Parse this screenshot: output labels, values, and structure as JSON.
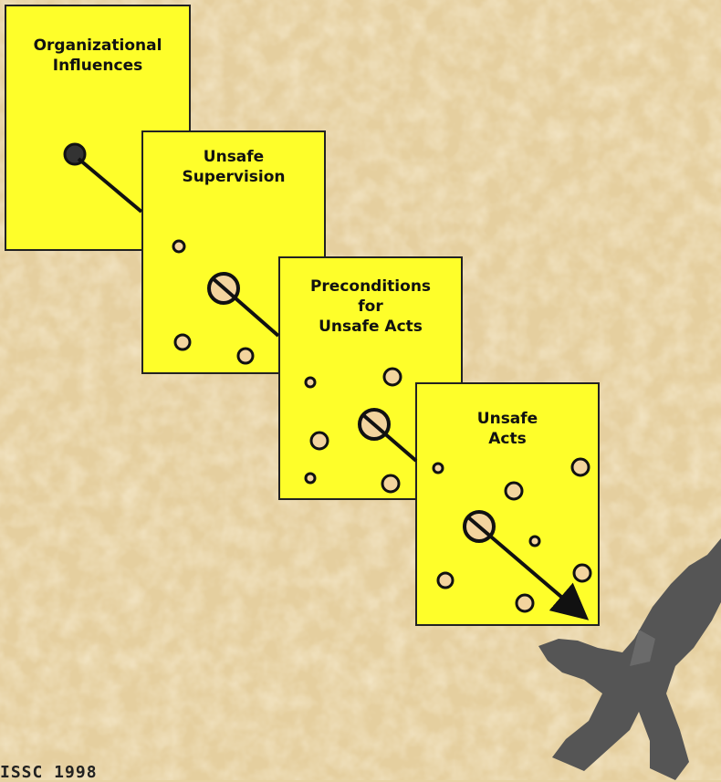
{
  "layers": [
    {
      "lines": [
        "Organizational",
        "Influences"
      ]
    },
    {
      "lines": [
        "Unsafe",
        "Supervision"
      ]
    },
    {
      "lines": [
        "Preconditions",
        "for",
        "Unsafe Acts"
      ]
    },
    {
      "lines": [
        "Unsafe",
        "Acts"
      ]
    }
  ],
  "credit": "ISSC 1998",
  "colors": {
    "background": "#e7d3a4",
    "layer_fill": "#fefe2a",
    "hole_fill": "#f3d49e",
    "outline": "#111111",
    "aircraft": "#555555"
  },
  "icons": [
    "aircraft-silhouette-icon"
  ]
}
